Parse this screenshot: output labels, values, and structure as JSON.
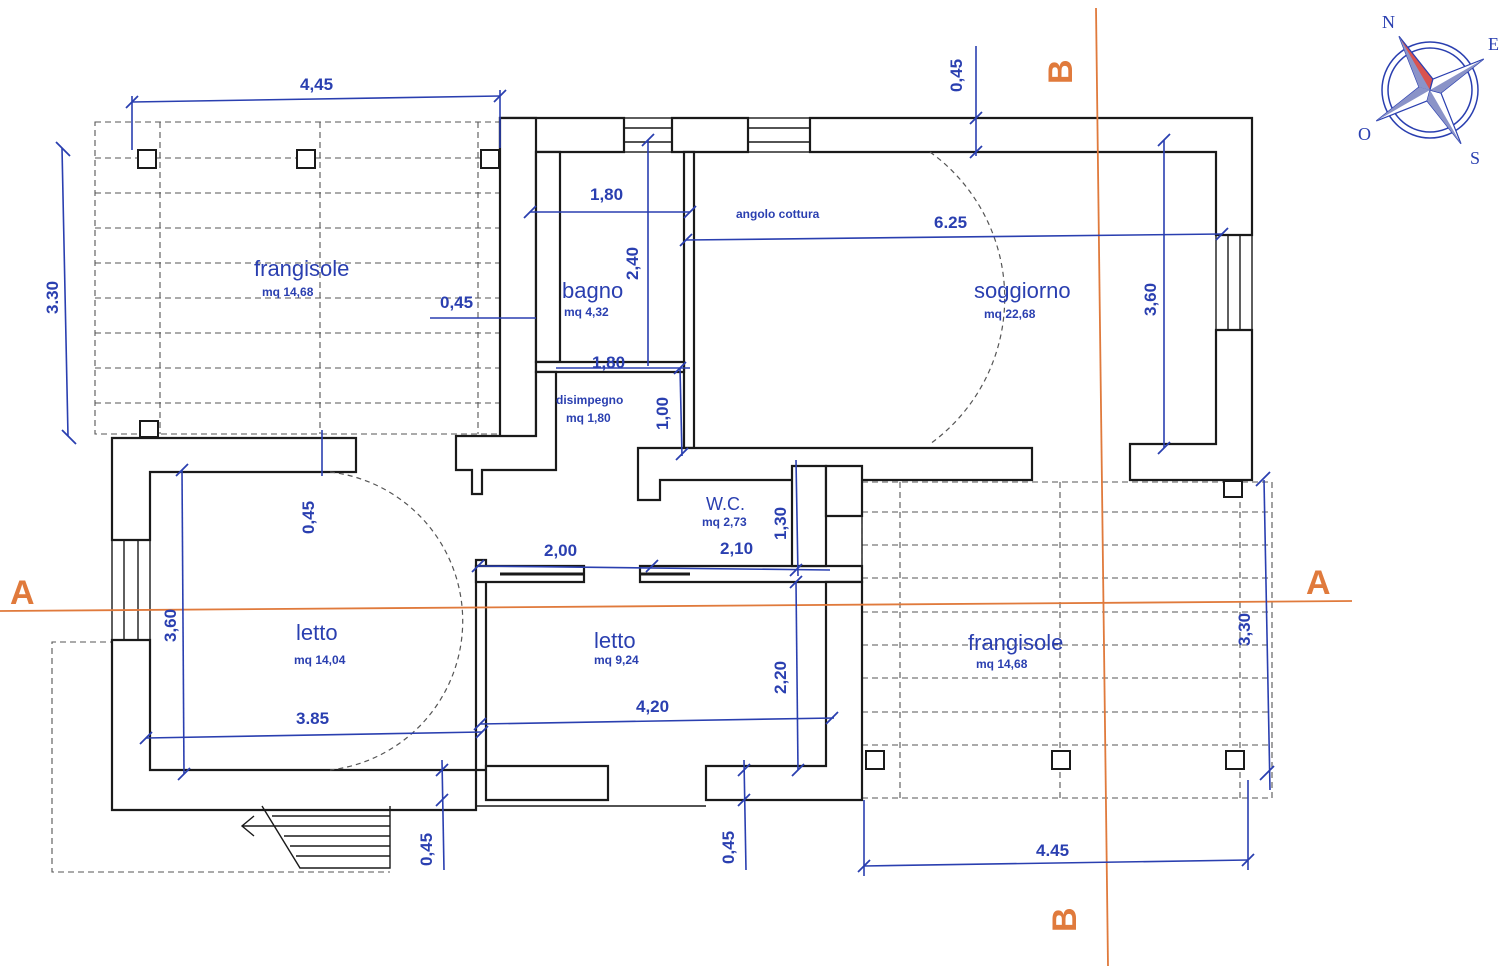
{
  "sections": {
    "a_left": "A",
    "a_right": "A",
    "b_top": "B",
    "b_bottom": "B"
  },
  "compass": {
    "north": "N",
    "east": "E",
    "south": "S",
    "west": "O",
    "accent": "#d9534f"
  },
  "rooms": {
    "frangisole_top": {
      "name": "frangisole",
      "area": "mq 14,68"
    },
    "bagno": {
      "name": "bagno",
      "area": "mq 4,32"
    },
    "disimpegno": {
      "name": "disimpegno",
      "area": "mq 1,80"
    },
    "angolo_cottura": {
      "name": "angolo cottura"
    },
    "soggiorno": {
      "name": "soggiorno",
      "area": "mq 22,68"
    },
    "wc": {
      "name": "W.C.",
      "area": "mq 2,73"
    },
    "letto_left": {
      "name": "letto",
      "area": "mq 14,04"
    },
    "letto_mid": {
      "name": "letto",
      "area": "mq 9,24"
    },
    "frangisole_bottom": {
      "name": "frangisole",
      "area": "mq 14,68"
    }
  },
  "dimensions": {
    "top_width": "4,45",
    "top_height": "3.30",
    "frangisole_wall": "0,45",
    "bagno_width": "1,80",
    "bagno_height": "2,40",
    "bagno_width_bottom": "1,80",
    "disimpegno_height": "1,00",
    "top_wall": "0,45",
    "soggiorno_width": "6.25",
    "soggiorno_height": "3,60",
    "letto_left_wall": "0,45",
    "letto_left_height": "3,60",
    "letto_left_width": "3.85",
    "corridor_left": "2,00",
    "corridor_right": "2,10",
    "wc_height": "1,30",
    "letto_mid_width": "4,20",
    "letto_mid_height": "2,20",
    "bottom_wall_left": "0,45",
    "bottom_wall_right": "0,45",
    "frangisole_bottom_height": "3,30",
    "frangisole_bottom_width": "4.45"
  },
  "colors": {
    "dimension": "#2a3fb0",
    "section": "#e07a3c",
    "wall": "#1a1a1a"
  }
}
